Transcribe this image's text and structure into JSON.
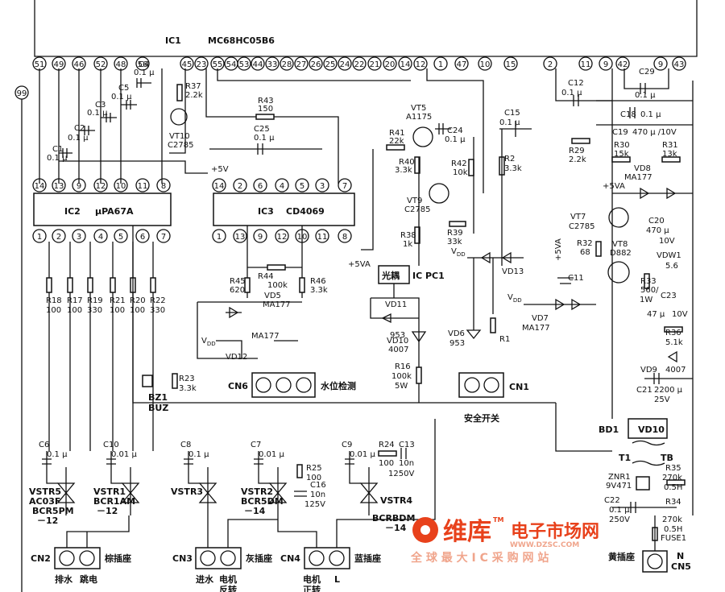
{
  "ic1": {
    "name": "IC1",
    "part": "MC68HC05B6",
    "pins": [
      "51",
      "49",
      "46",
      "52",
      "48",
      "56",
      "45",
      "23",
      "55",
      "54",
      "53",
      "44",
      "33",
      "28",
      "27",
      "26",
      "25",
      "24",
      "22",
      "21",
      "20",
      "14",
      "12",
      "1",
      "47",
      "10",
      "15",
      "2",
      "11",
      "9",
      "42",
      "9",
      "43"
    ]
  },
  "test_point": "99",
  "ic2": {
    "name": "IC2",
    "part": "μPA67A",
    "top_pins": [
      "14",
      "13",
      "9",
      "12",
      "10",
      "11",
      "8"
    ],
    "bottom_pins": [
      "1",
      "2",
      "3",
      "4",
      "5",
      "6",
      "7"
    ]
  },
  "ic3": {
    "name": "IC3",
    "part": "CD4069",
    "top_pins": [
      "14",
      "2",
      "6",
      "4",
      "5",
      "3",
      "7"
    ],
    "bottom_pins": [
      "1",
      "13",
      "9",
      "12",
      "10",
      "11",
      "8"
    ]
  },
  "supply": {
    "plus5v": "+5V",
    "vdd": "V",
    "vdd_sub": "DD",
    "plus5va": "+5VA"
  },
  "caps_left": [
    {
      "ref": "C4",
      "val": "0.1 μ"
    },
    {
      "ref": "C5",
      "val": "0.1 μ"
    },
    {
      "ref": "C3",
      "val": "0.1 μ"
    },
    {
      "ref": "C2",
      "val": "0.1 μ"
    },
    {
      "ref": "C1",
      "val": "0.1 μ"
    }
  ],
  "r37": {
    "ref": "R37",
    "val": "2.2k"
  },
  "vt10": {
    "ref": "VT10",
    "part": "C2785"
  },
  "r43": {
    "ref": "R43",
    "val": "150"
  },
  "c25": {
    "ref": "C25",
    "val": "0.1 μ"
  },
  "vt5": {
    "ref": "VT5",
    "part": "A1175"
  },
  "r41": {
    "ref": "R41",
    "val": "22k"
  },
  "c24": {
    "ref": "C24",
    "val": "0.1 μ"
  },
  "r40": {
    "ref": "R40",
    "val": "3.3k"
  },
  "r42": {
    "ref": "R42",
    "val": "10k"
  },
  "c15": {
    "ref": "C15",
    "val": "0.1 μ"
  },
  "r2": {
    "ref": "R2",
    "val": "3.3k"
  },
  "vt9": {
    "ref": "VT9",
    "part": "C2785"
  },
  "r39": {
    "ref": "R39",
    "val": "33k"
  },
  "r38": {
    "ref": "R38",
    "val": "1k"
  },
  "opto": {
    "label": "光耦",
    "ref": "IC PC1"
  },
  "vd11": {
    "ref": "VD11",
    "part": "953"
  },
  "vd10": {
    "ref": "VD10",
    "part": "4007"
  },
  "r16": {
    "ref": "R16",
    "val": "100k",
    "watt": "5W"
  },
  "vd13": {
    "ref": "VD13"
  },
  "vd6": {
    "ref": "VD6",
    "part": "953"
  },
  "r1": {
    "ref": "R1"
  },
  "cn1": {
    "ref": "CN1"
  },
  "r45": {
    "ref": "R45",
    "val": "620"
  },
  "r44": {
    "ref": "R44",
    "val": "100k"
  },
  "r46": {
    "ref": "R46",
    "val": "3.3k"
  },
  "vd5": {
    "ref": "VD5",
    "part": "MA177"
  },
  "ma177": "MA177",
  "vd12": {
    "ref": "VD12"
  },
  "cn6": {
    "ref": "CN6",
    "label": "水位检测"
  },
  "resistors_bottom": [
    {
      "ref": "R18",
      "val": "100"
    },
    {
      "ref": "R17",
      "val": "100"
    },
    {
      "ref": "R19",
      "val": "330"
    },
    {
      "ref": "R21",
      "val": "100"
    },
    {
      "ref": "R20",
      "val": "100"
    },
    {
      "ref": "R22",
      "val": "330"
    }
  ],
  "bz1": {
    "ref": "BZ1",
    "part": "BUZ"
  },
  "r23": {
    "ref": "R23",
    "val": "3.3k"
  },
  "safety_switch": "安全开关",
  "c12": {
    "ref": "C12",
    "val": "0.1 μ"
  },
  "c29": {
    "ref": "C29",
    "val": "0.1 μ"
  },
  "c18": {
    "ref": "C18",
    "val": "0.1 μ"
  },
  "c19": {
    "ref": "C19",
    "val": "470 μ /10V"
  },
  "r29": {
    "ref": "R29",
    "val": "2.2k"
  },
  "r30": {
    "ref": "R30",
    "val": "15k"
  },
  "r31": {
    "ref": "R31",
    "val": "13k"
  },
  "vd8": {
    "ref": "VD8",
    "part": "MA177"
  },
  "vt7": {
    "ref": "VT7",
    "part": "C2785"
  },
  "c20": {
    "ref": "C20",
    "val": "470 μ",
    "volt": "10V"
  },
  "r32": {
    "ref": "R32",
    "val": "68"
  },
  "vt8": {
    "ref": "VT8",
    "part": "D882"
  },
  "vdw1": {
    "ref": "VDW1",
    "val": "5.6"
  },
  "c11": {
    "ref": "C11"
  },
  "r33": {
    "ref": "R33",
    "val": "560/",
    "watt": "1W"
  },
  "c23": {
    "ref": "C23",
    "val": "47 μ",
    "volt": "10V"
  },
  "vd7": {
    "ref": "VD7",
    "part": "MA177"
  },
  "r36": {
    "ref": "R36",
    "val": "5.1k"
  },
  "vd9": {
    "ref": "VD9",
    "part": "4007"
  },
  "c21": {
    "ref": "C21",
    "val": "2200 μ",
    "volt": "25V"
  },
  "bd1": {
    "ref": "BD1"
  },
  "vd10b": {
    "ref": "VD10"
  },
  "t1": {
    "ref": "T1"
  },
  "tb": {
    "ref": "TB"
  },
  "znr1": {
    "ref": "ZNR1",
    "part": "9V471"
  },
  "r35": {
    "ref": "R35",
    "val": "270k",
    "watt": "0.5H"
  },
  "c22": {
    "ref": "C22",
    "val": "0.1 μ",
    "volt": "250V"
  },
  "r34": {
    "ref": "R34",
    "val": "270k",
    "watt": "0.5H"
  },
  "fuse1": {
    "ref": "FUSE1"
  },
  "cn5": {
    "ref": "CN5",
    "n": "N",
    "label": "黄插座"
  },
  "triacs": [
    {
      "ref": "VSTR5",
      "part1": "AC03F",
      "part2": "BCR5PM",
      "part3": "－12",
      "cap_ref": "C6",
      "cap_val": "0.1 μ"
    },
    {
      "ref": "VSTR1",
      "part1": "BCR1AM",
      "part2": "－12",
      "cap_ref": "C10",
      "cap_val": "0.01 μ"
    },
    {
      "ref": "VSTR3",
      "cap_ref": "C8",
      "cap_val": "0.1 μ"
    },
    {
      "ref": "VSTR2",
      "part1": "BCR5DM",
      "part2": "－14",
      "cap_ref": "C7",
      "cap_val": "0.01 μ"
    },
    {
      "ref": "VSTR4",
      "part1": "BCRBDM",
      "part2": "－14",
      "cap_ref": "C9",
      "cap_val": "0.01 μ"
    }
  ],
  "r25": {
    "ref": "R25",
    "val": "100"
  },
  "c16": {
    "ref": "C16",
    "val": "10n",
    "volt": "125V"
  },
  "r24": {
    "ref": "R24",
    "val": "100"
  },
  "c13": {
    "ref": "C13",
    "val": "10n",
    "volt": "1250V"
  },
  "cn2": {
    "ref": "CN2",
    "label": "棕插座",
    "t1": "排水",
    "t2": "跳电"
  },
  "cn3": {
    "ref": "CN3",
    "label": "灰插座",
    "t1": "进水",
    "t2": "电机",
    "t3": "反转"
  },
  "cn4": {
    "ref": "CN4",
    "label": "蓝插座",
    "t1": "电机",
    "t2": "L",
    "t3": "正转"
  },
  "watermark": {
    "brand": "维库",
    "tm": "TM",
    "site_cn": "电子市场网",
    "url": "WWW.DZSC.COM",
    "slogan": "全 球 最 大 I C 采 购 网 站",
    "brand_color": "#e8411b",
    "tagline_color": "#f0a58c"
  }
}
